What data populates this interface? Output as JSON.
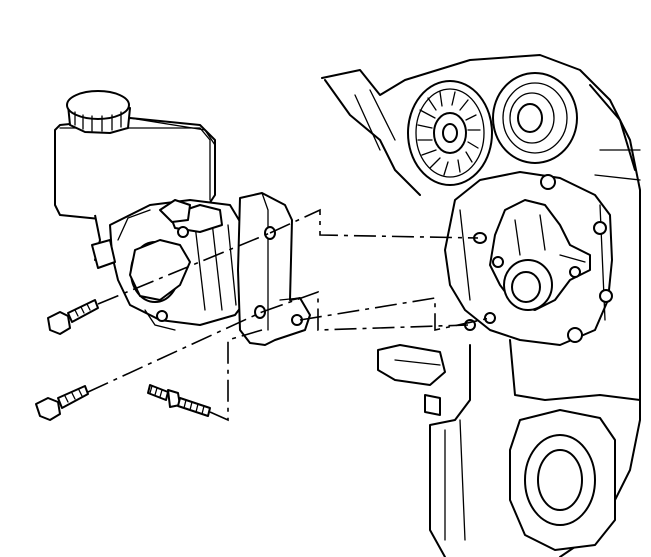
{
  "diagram": {
    "parts": [
      {
        "name": "power-steering-reservoir",
        "icon": "reservoir-icon"
      },
      {
        "name": "power-steering-pump",
        "icon": "pump-icon"
      },
      {
        "name": "pump-mounting-bracket",
        "icon": "bracket-icon"
      },
      {
        "name": "engine-front-cover",
        "icon": "engine-icon"
      },
      {
        "name": "belt-tensioner-pulley",
        "icon": "pulley-icon"
      },
      {
        "name": "idler-pulley",
        "icon": "pulley-icon"
      },
      {
        "name": "water-pump-hub",
        "icon": "hub-icon"
      },
      {
        "name": "pump-bolt-upper",
        "icon": "bolt-icon"
      },
      {
        "name": "pump-bolt-lower",
        "icon": "bolt-icon"
      },
      {
        "name": "pump-stud",
        "icon": "stud-icon"
      }
    ],
    "line_color": "#000000",
    "background": "#ffffff"
  }
}
